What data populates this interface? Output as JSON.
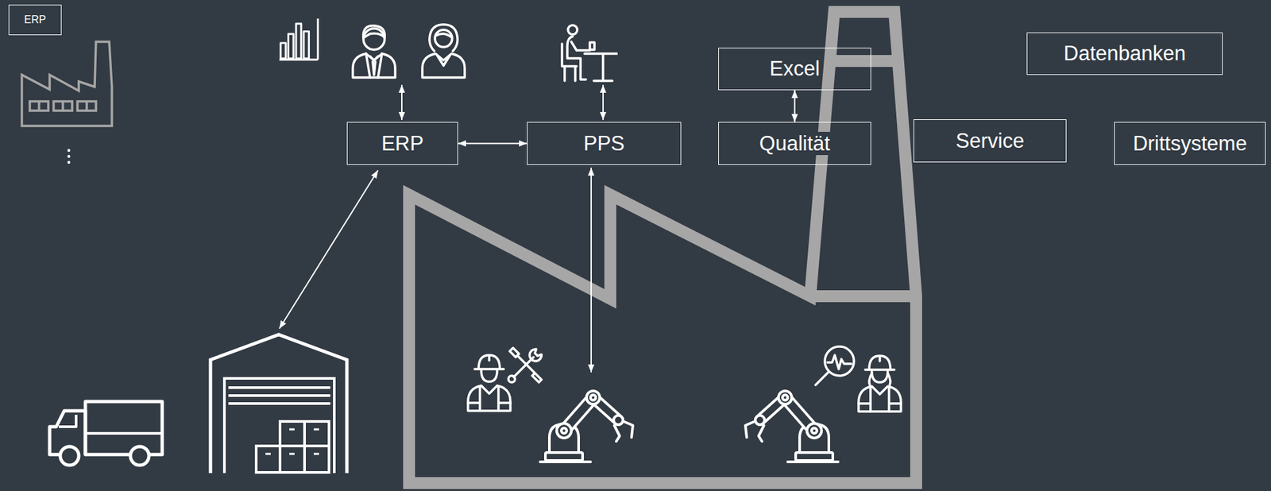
{
  "diagram": {
    "nodes": [
      {
        "text": [
          "ERP"
        ]
      },
      {
        "text": [
          "Excel"
        ]
      },
      {
        "text": [
          "Datenbanken"
        ]
      },
      {
        "text": [
          "ERP"
        ]
      },
      {
        "text": [
          "PPS"
        ]
      },
      {
        "text": [
          "Qualität"
        ]
      },
      {
        "text": [
          "Service"
        ]
      },
      {
        "text": [
          "Drittsysteme"
        ]
      }
    ],
    "edges": [
      {
        "from": 3,
        "to": 4,
        "arrow": "both"
      },
      {
        "from": 1,
        "to": 5,
        "arrow": "both"
      }
    ]
  }
}
